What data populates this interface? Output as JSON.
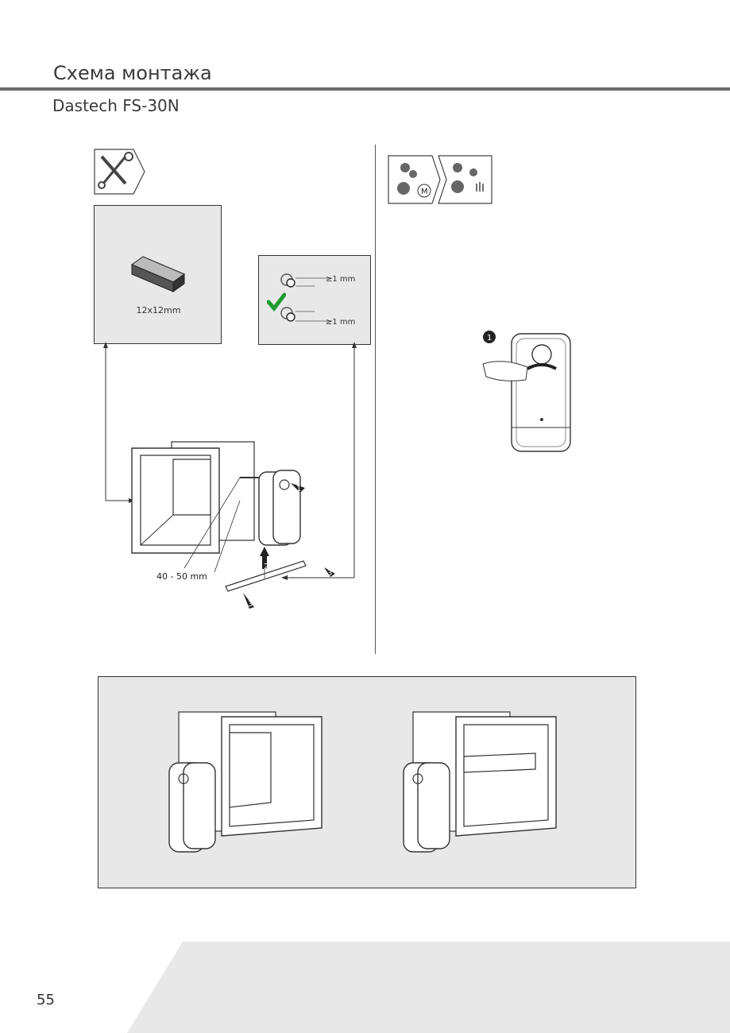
{
  "header": {
    "title": "Схема монтажа",
    "model": "Dastech FS-30N"
  },
  "left_section": {
    "bar_size_label": "12x12mm",
    "gap_label_top": "≥1 mm",
    "gap_label_bottom": "≥1 mm",
    "distance_label": "40 - 50 mm",
    "steps": [
      "1",
      "2",
      "3",
      "3"
    ]
  },
  "right_section": {
    "mode_icon_letter": "M",
    "step_marker": "1"
  },
  "footer": {
    "page_number": "55"
  }
}
